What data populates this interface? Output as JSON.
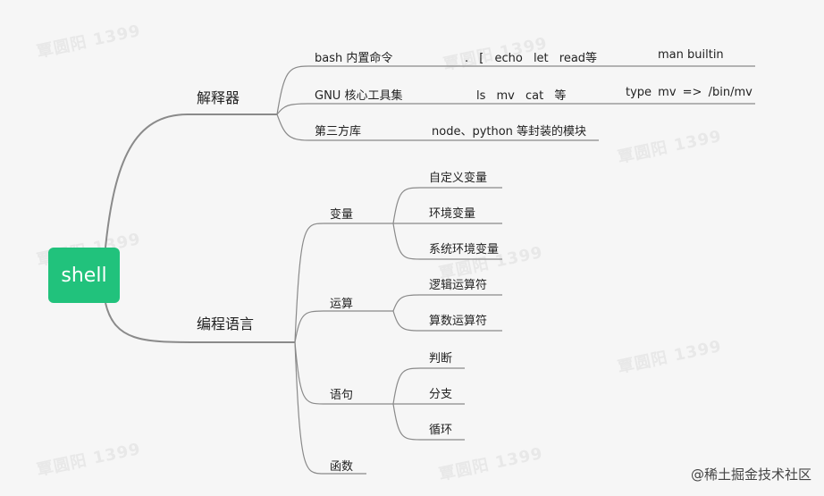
{
  "root": "shell",
  "branches": {
    "interpreter": {
      "label": "解释器",
      "items": [
        {
          "name": "bash 内置命令",
          "detail": ". [ echo let read等",
          "extra": "man builtin"
        },
        {
          "name": "GNU 核心工具集",
          "detail": "ls mv cat 等",
          "extra": "type mv => /bin/mv"
        },
        {
          "name": "第三方库",
          "detail": "node、python 等封装的模块",
          "extra": ""
        }
      ]
    },
    "language": {
      "label": "编程语言",
      "groups": [
        {
          "name": "变量",
          "children": [
            "自定义变量",
            "环境变量",
            "系统环境变量"
          ]
        },
        {
          "name": "运算",
          "children": [
            "逻辑运算符",
            "算数运算符"
          ]
        },
        {
          "name": "语句",
          "children": [
            "判断",
            "分支",
            "循环"
          ]
        },
        {
          "name": "函数",
          "children": []
        }
      ]
    }
  },
  "watermark": "覃圆阳 1399",
  "attribution": "@稀土掘金技术社区",
  "colors": {
    "root": "#21c27c",
    "line": "#8a8a8a",
    "background": "#f6f6f6"
  }
}
